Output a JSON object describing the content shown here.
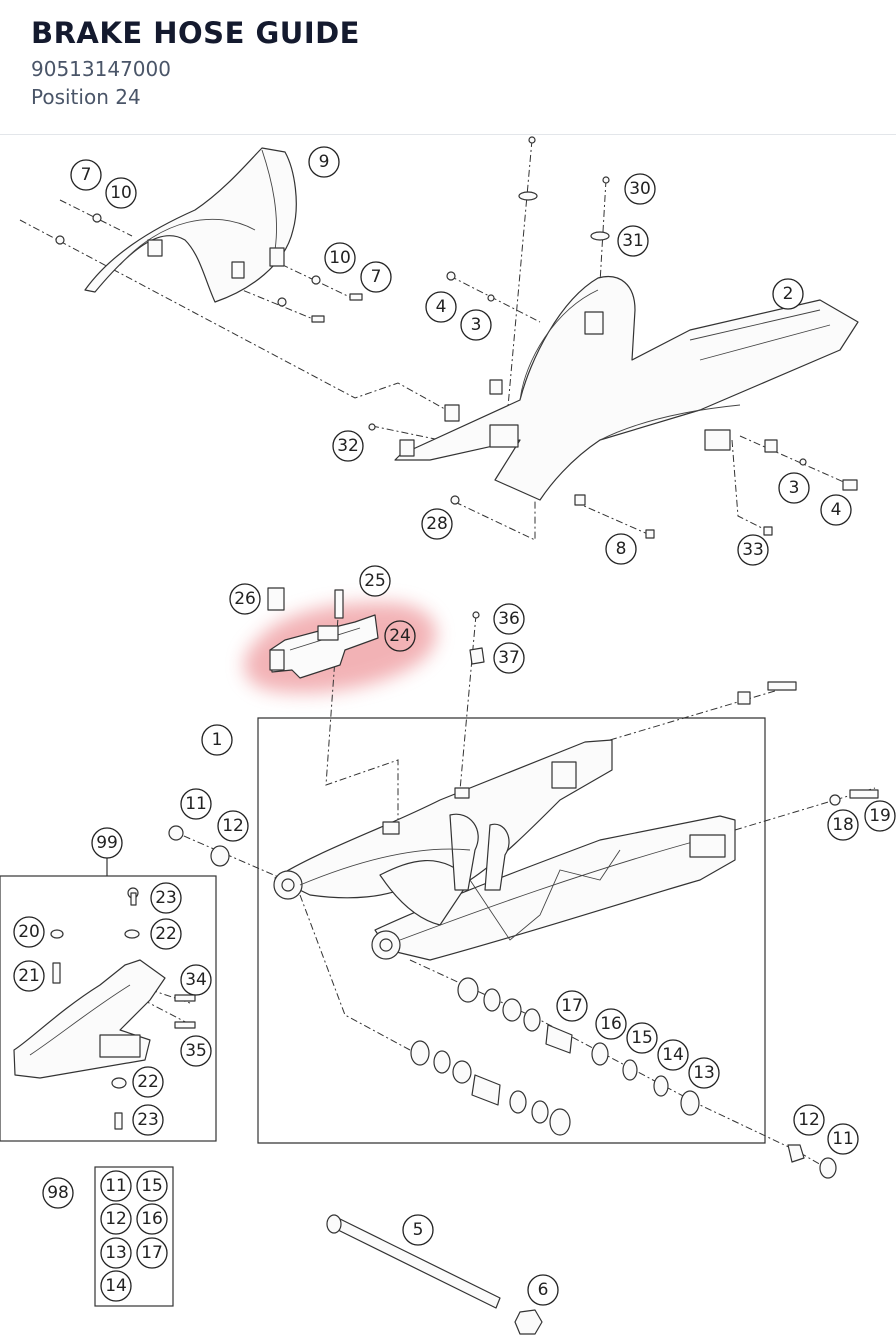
{
  "header": {
    "title": "BRAKE HOSE GUIDE",
    "part_number": "90513147000",
    "position": "Position 24"
  },
  "highlight": {
    "callout": "24",
    "color": "#e8757a"
  },
  "callouts": [
    "7",
    "10",
    "9",
    "30",
    "31",
    "10",
    "7",
    "4",
    "3",
    "2",
    "32",
    "3",
    "4",
    "28",
    "8",
    "33",
    "26",
    "25",
    "24",
    "36",
    "37",
    "1",
    "11",
    "12",
    "18",
    "19",
    "99",
    "23",
    "20",
    "22",
    "21",
    "34",
    "35",
    "22",
    "23",
    "17",
    "16",
    "15",
    "14",
    "13",
    "12",
    "11",
    "98",
    "11",
    "15",
    "12",
    "16",
    "13",
    "17",
    "14",
    "5",
    "6"
  ]
}
